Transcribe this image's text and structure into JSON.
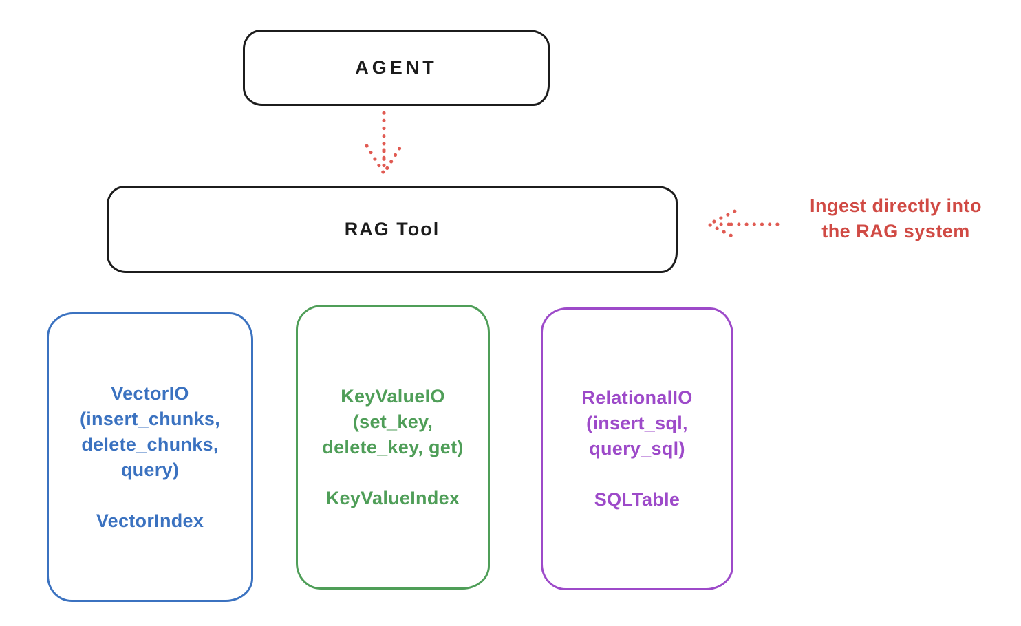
{
  "diagram": {
    "agent": {
      "label": "AGENT"
    },
    "rag_tool": {
      "label": "RAG Tool"
    },
    "annotation": {
      "text": "Ingest directly into\nthe RAG system",
      "color": "#d04a44"
    },
    "arrows": {
      "agent_to_rag_tool": {
        "style": "dotted",
        "direction": "down",
        "color": "#e05a52"
      },
      "annotation_to_rag_tool": {
        "style": "dotted",
        "direction": "left",
        "color": "#e05a52"
      }
    },
    "backends": [
      {
        "name": "vector-io",
        "color": "#3b72c0",
        "methods": "VectorIO\n(insert_chunks,\ndelete_chunks,\nquery)",
        "index": "VectorIndex"
      },
      {
        "name": "key-value-io",
        "color": "#4f9e58",
        "methods": "KeyValueIO\n(set_key,\ndelete_key, get)",
        "index": "KeyValueIndex"
      },
      {
        "name": "relational-io",
        "color": "#9d4ac9",
        "methods": "RelationalIO\n(insert_sql,\nquery_sql)",
        "index": "SQLTable"
      }
    ],
    "colors": {
      "stroke": "#1c1c1c",
      "background": "#ffffff"
    }
  }
}
